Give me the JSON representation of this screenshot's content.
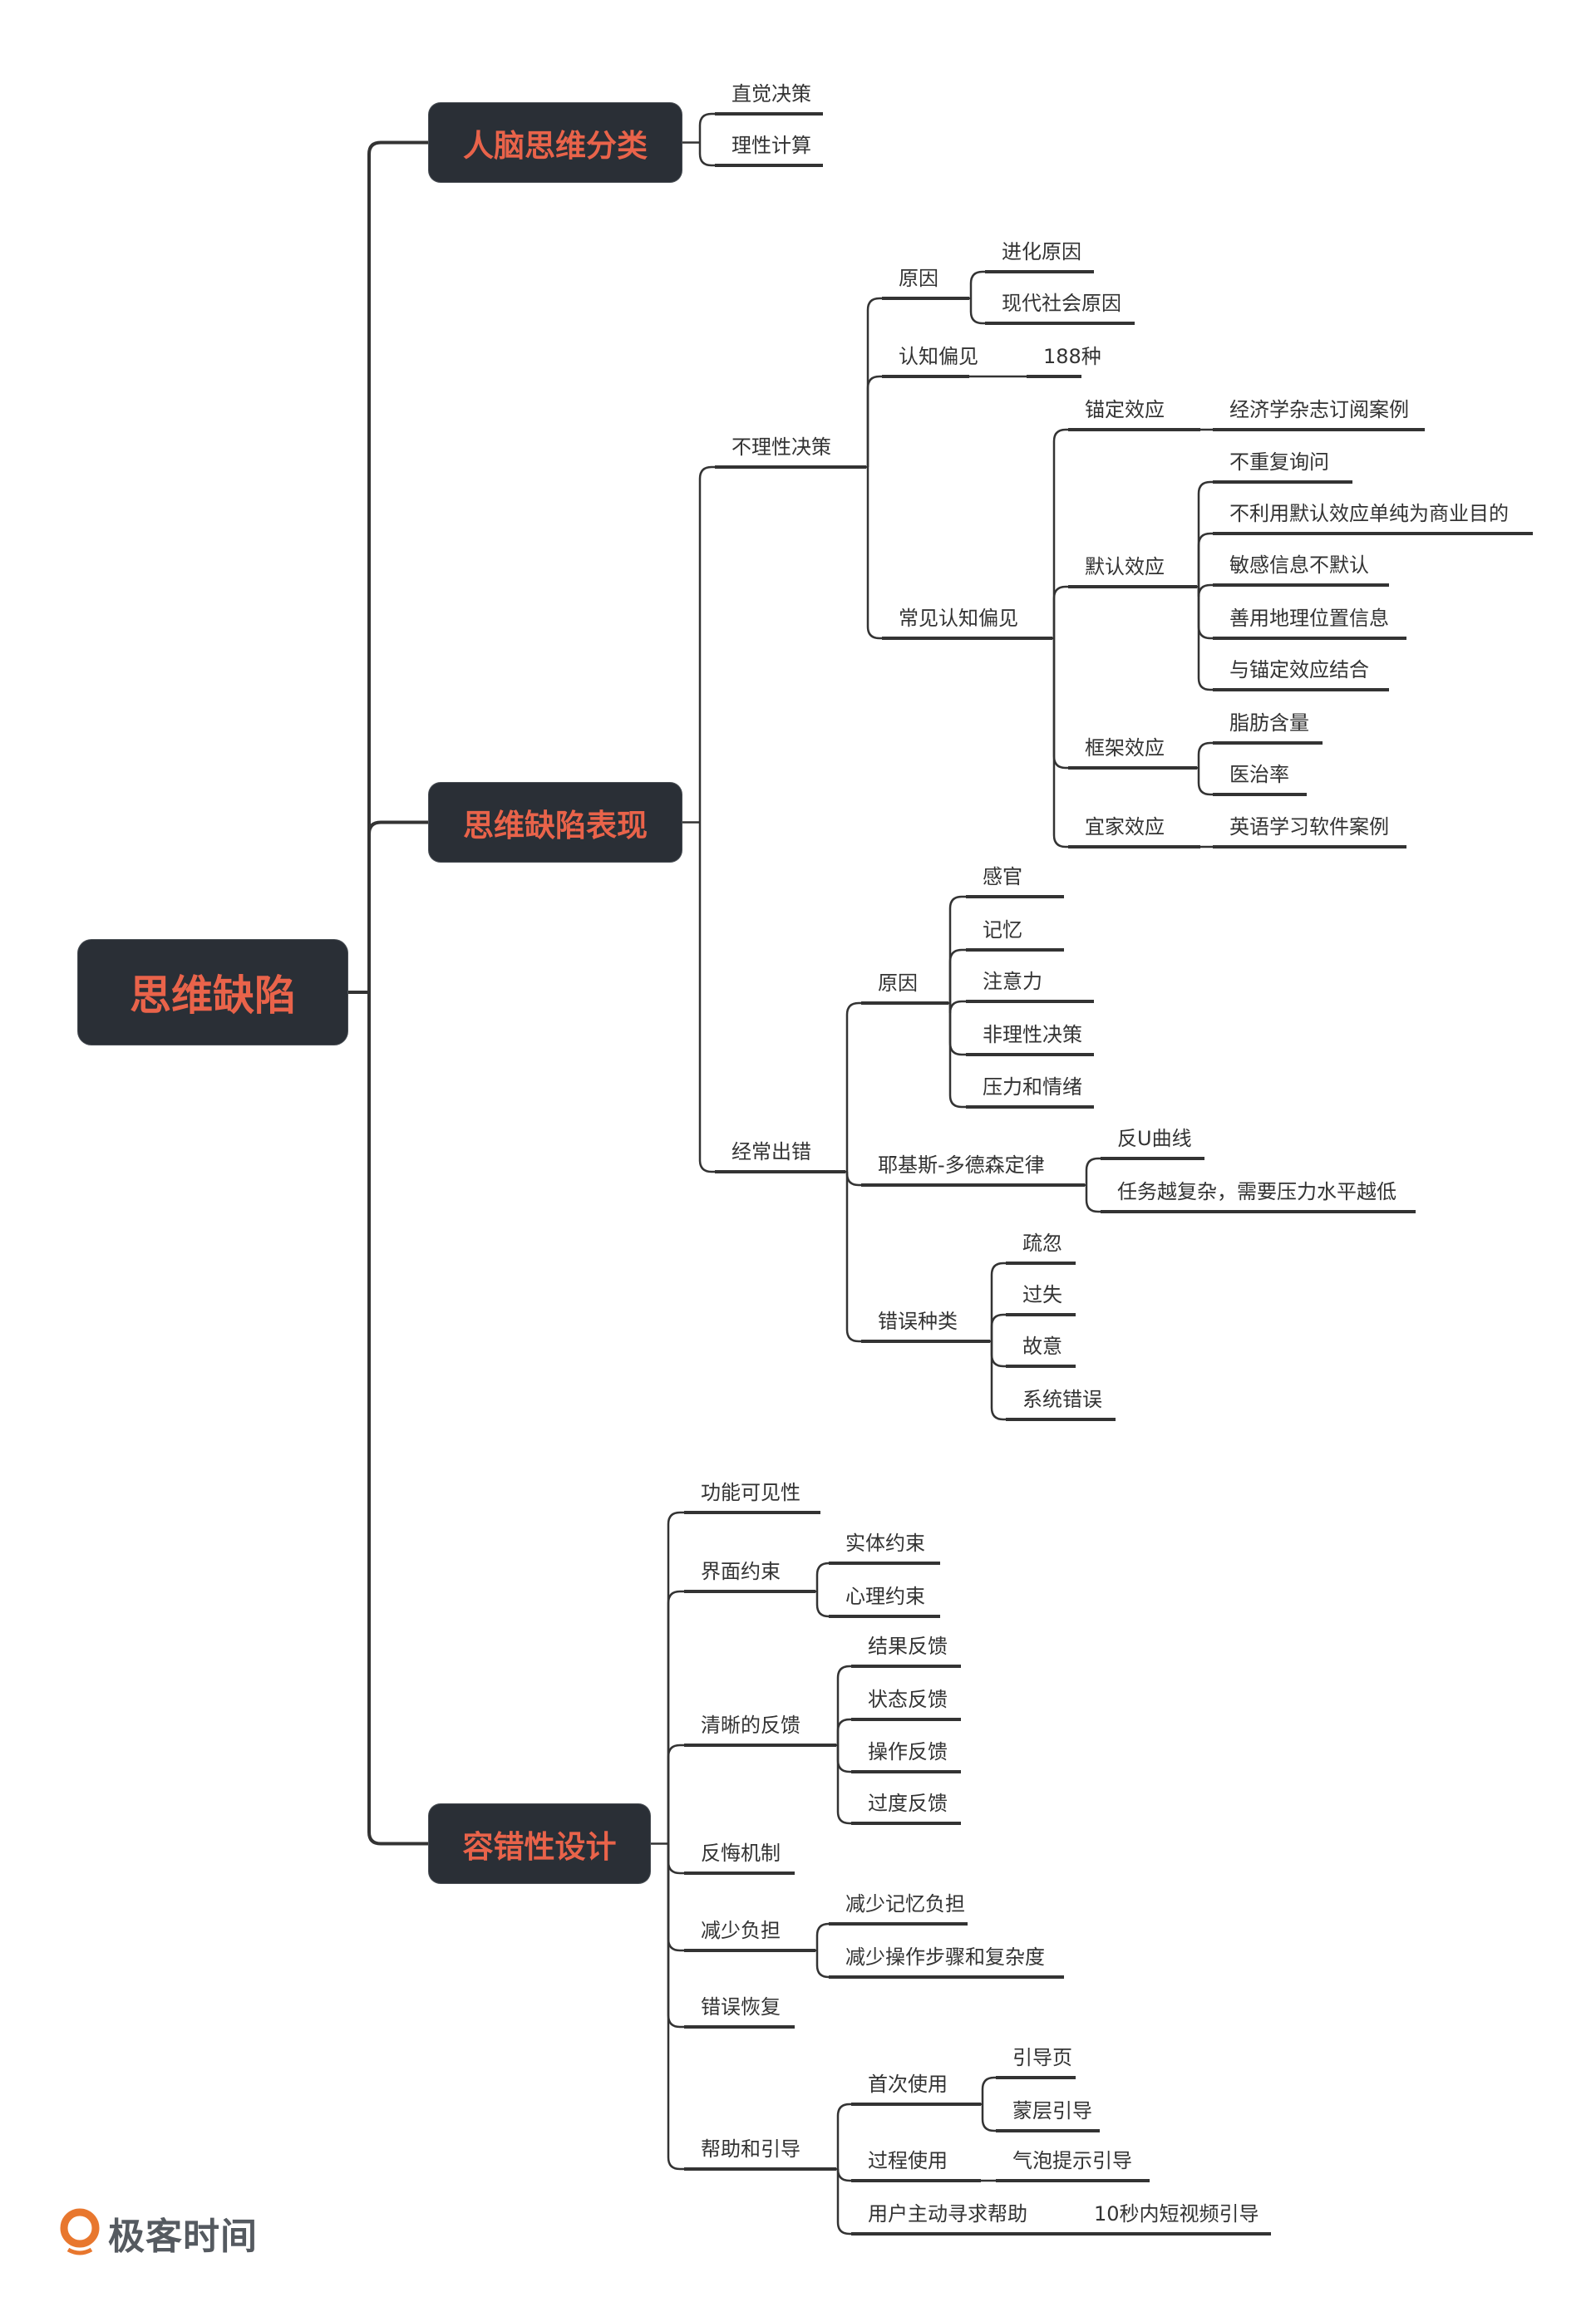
{
  "root": {
    "label": "思维缺陷",
    "children": [
      {
        "label": "人脑思维分类",
        "children": [
          {
            "label": "直觉决策"
          },
          {
            "label": "理性计算"
          }
        ]
      },
      {
        "label": "思维缺陷表现",
        "children": [
          {
            "label": "不理性决策",
            "children": [
              {
                "label": "原因",
                "children": [
                  {
                    "label": "进化原因"
                  },
                  {
                    "label": "现代社会原因"
                  }
                ]
              },
              {
                "label": "认知偏见",
                "children": [
                  {
                    "label": "188种"
                  }
                ]
              },
              {
                "label": "常见认知偏见",
                "children": [
                  {
                    "label": "锚定效应",
                    "children": [
                      {
                        "label": "经济学杂志订阅案例"
                      }
                    ]
                  },
                  {
                    "label": "默认效应",
                    "children": [
                      {
                        "label": "不重复询问"
                      },
                      {
                        "label": "不利用默认效应单纯为商业目的"
                      },
                      {
                        "label": "敏感信息不默认"
                      },
                      {
                        "label": "善用地理位置信息"
                      },
                      {
                        "label": "与锚定效应结合"
                      }
                    ]
                  },
                  {
                    "label": "框架效应",
                    "children": [
                      {
                        "label": "脂肪含量"
                      },
                      {
                        "label": "医治率"
                      }
                    ]
                  },
                  {
                    "label": "宜家效应",
                    "children": [
                      {
                        "label": "英语学习软件案例"
                      }
                    ]
                  }
                ]
              }
            ]
          },
          {
            "label": "经常出错",
            "children": [
              {
                "label": "原因",
                "children": [
                  {
                    "label": "感官"
                  },
                  {
                    "label": "记忆"
                  },
                  {
                    "label": "注意力"
                  },
                  {
                    "label": "非理性决策"
                  },
                  {
                    "label": "压力和情绪"
                  }
                ]
              },
              {
                "label": "耶基斯-多德森定律",
                "children": [
                  {
                    "label": "反U曲线"
                  },
                  {
                    "label": "任务越复杂，需要压力水平越低"
                  }
                ]
              },
              {
                "label": "错误种类",
                "children": [
                  {
                    "label": "疏忽"
                  },
                  {
                    "label": "过失"
                  },
                  {
                    "label": "故意"
                  },
                  {
                    "label": "系统错误"
                  }
                ]
              }
            ]
          }
        ]
      },
      {
        "label": "容错性设计",
        "children": [
          {
            "label": "功能可见性"
          },
          {
            "label": "界面约束",
            "children": [
              {
                "label": "实体约束"
              },
              {
                "label": "心理约束"
              }
            ]
          },
          {
            "label": "清晰的反馈",
            "children": [
              {
                "label": "结果反馈"
              },
              {
                "label": "状态反馈"
              },
              {
                "label": "操作反馈"
              },
              {
                "label": "过度反馈"
              }
            ]
          },
          {
            "label": "反悔机制"
          },
          {
            "label": "减少负担",
            "children": [
              {
                "label": "减少记忆负担"
              },
              {
                "label": "减少操作步骤和复杂度"
              }
            ]
          },
          {
            "label": "错误恢复"
          },
          {
            "label": "帮助和引导",
            "children": [
              {
                "label": "首次使用",
                "children": [
                  {
                    "label": "引导页"
                  },
                  {
                    "label": "蒙层引导"
                  }
                ]
              },
              {
                "label": "过程使用",
                "children": [
                  {
                    "label": "气泡提示引导"
                  }
                ]
              },
              {
                "label": "用户主动寻求帮助",
                "children": [
                  {
                    "label": "10秒内短视频引导"
                  }
                ]
              }
            ]
          }
        ]
      }
    ]
  },
  "colors": {
    "node_fill": "#2a2f36",
    "node_text": "#e9634a",
    "line": "#333333",
    "leaf_text": "#333333",
    "logo_accent": "#e8772e"
  },
  "logo": {
    "icon": "geektime-logo-icon",
    "text": "极客时间"
  }
}
